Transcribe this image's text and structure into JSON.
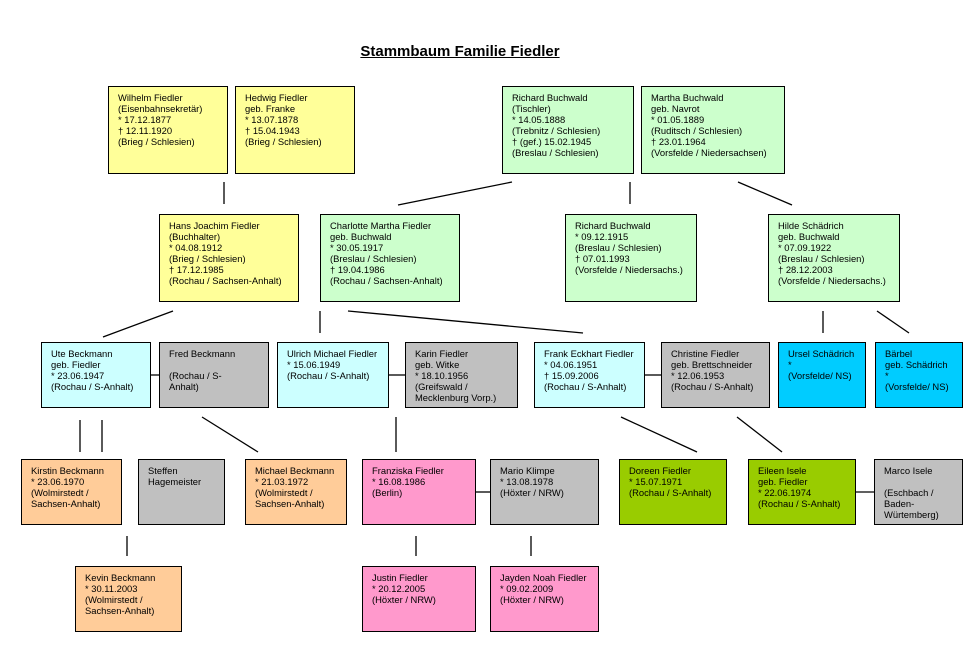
{
  "title": "Stammbaum Familie Fiedler",
  "colors": {
    "yellow": "#ffff99",
    "green": "#ccffcc",
    "lightblue": "#ccffff",
    "gray": "#c0c0c0",
    "cyan": "#00ccff",
    "orange": "#ffcc99",
    "pink": "#ff99cc",
    "lime": "#99cc00",
    "line": "#000000"
  },
  "persons": [
    {
      "id": "wilhelm",
      "color": "yellow",
      "lines": [
        "Wilhelm Fiedler",
        "(Eisenbahnsekretär)",
        "* 17.12.1877",
        "† 12.11.1920",
        "(Brieg / Schlesien)"
      ]
    },
    {
      "id": "hedwig",
      "color": "yellow",
      "lines": [
        "Hedwig Fiedler",
        "geb. Franke",
        "* 13.07.1878",
        "† 15.04.1943",
        "(Brieg / Schlesien)"
      ]
    },
    {
      "id": "richard-sen",
      "color": "green",
      "lines": [
        "Richard Buchwald",
        "(Tischler)",
        "* 14.05.1888",
        "(Trebnitz / Schlesien)",
        "† (gef.) 15.02.1945",
        "(Breslau / Schlesien)"
      ]
    },
    {
      "id": "martha",
      "color": "green",
      "lines": [
        "Martha Buchwald",
        "geb. Navrot",
        "* 01.05.1889",
        "(Ruditsch / Schlesien)",
        "† 23.01.1964",
        "(Vorsfelde / Niedersachsen)"
      ]
    },
    {
      "id": "hans-joachim",
      "color": "yellow",
      "lines": [
        "Hans Joachim Fiedler",
        "(Buchhalter)",
        "* 04.08.1912",
        "(Brieg / Schlesien)",
        "† 17.12.1985",
        "(Rochau / Sachsen-Anhalt)"
      ]
    },
    {
      "id": "charlotte",
      "color": "green",
      "lines": [
        "Charlotte Martha Fiedler",
        "geb. Buchwald",
        "* 30.05.1917",
        "(Breslau / Schlesien)",
        "† 19.04.1986",
        "(Rochau / Sachsen-Anhalt)"
      ]
    },
    {
      "id": "richard-jun",
      "color": "green",
      "lines": [
        "Richard Buchwald",
        "* 09.12.1915",
        "(Breslau / Schlesien)",
        "† 07.01.1993",
        "(Vorsfelde / Niedersachs.)"
      ]
    },
    {
      "id": "hilde",
      "color": "green",
      "lines": [
        "Hilde Schädrich",
        "geb. Buchwald",
        "* 07.09.1922",
        "(Breslau / Schlesien)",
        "† 28.12.2003",
        "(Vorsfelde / Niedersachs.)"
      ]
    },
    {
      "id": "ute",
      "color": "lightblue",
      "lines": [
        "Ute Beckmann",
        "geb. Fiedler",
        "* 23.06.1947",
        "(Rochau / S-Anhalt)"
      ]
    },
    {
      "id": "fred",
      "color": "gray",
      "lines": [
        "Fred Beckmann",
        "",
        "(Rochau / S-",
        "Anhalt)"
      ]
    },
    {
      "id": "ulrich",
      "color": "lightblue",
      "lines": [
        "Ulrich Michael Fiedler",
        "* 15.06.1949",
        "(Rochau / S-Anhalt)"
      ]
    },
    {
      "id": "karin",
      "color": "gray",
      "lines": [
        "Karin Fiedler",
        "geb. Witke",
        "* 18.10.1956",
        "(Greifswald /",
        "Mecklenburg Vorp.)"
      ]
    },
    {
      "id": "frank",
      "color": "lightblue",
      "lines": [
        "Frank Eckhart Fiedler",
        "* 04.06.1951",
        "† 15.09.2006",
        "(Rochau / S-Anhalt)"
      ]
    },
    {
      "id": "christine",
      "color": "gray",
      "lines": [
        "Christine Fiedler",
        "geb. Brettschneider",
        "* 12.06.1953",
        "(Rochau / S-Anhalt)"
      ]
    },
    {
      "id": "ursel",
      "color": "cyan",
      "lines": [
        "Ursel Schädrich",
        "*",
        "(Vorsfelde/ NS)"
      ]
    },
    {
      "id": "baerbel",
      "color": "cyan",
      "lines": [
        "Bärbel",
        "geb. Schädrich",
        "*",
        "(Vorsfelde/ NS)"
      ]
    },
    {
      "id": "kirstin",
      "color": "orange",
      "lines": [
        "Kirstin Beckmann",
        "* 23.06.1970",
        "(Wolmirstedt /",
        "Sachsen-Anhalt)"
      ]
    },
    {
      "id": "steffen",
      "color": "gray",
      "lines": [
        "Steffen",
        "Hagemeister"
      ]
    },
    {
      "id": "michael",
      "color": "orange",
      "lines": [
        "Michael Beckmann",
        "* 21.03.1972",
        "(Wolmirstedt /",
        "Sachsen-Anhalt)"
      ]
    },
    {
      "id": "franziska",
      "color": "pink",
      "lines": [
        "Franziska Fiedler",
        "* 16.08.1986",
        "(Berlin)"
      ]
    },
    {
      "id": "mario",
      "color": "gray",
      "lines": [
        "Mario Klimpe",
        "* 13.08.1978",
        "(Höxter / NRW)"
      ]
    },
    {
      "id": "doreen",
      "color": "lime",
      "lines": [
        "Doreen Fiedler",
        "* 15.07.1971",
        "(Rochau / S-Anhalt)"
      ]
    },
    {
      "id": "eileen",
      "color": "lime",
      "lines": [
        "Eileen Isele",
        "geb. Fiedler",
        "* 22.06.1974",
        "(Rochau / S-Anhalt)"
      ]
    },
    {
      "id": "marco",
      "color": "gray",
      "lines": [
        "Marco Isele",
        "",
        "(Eschbach /",
        "Baden-",
        "Würtemberg)"
      ]
    },
    {
      "id": "kevin",
      "color": "orange",
      "lines": [
        "Kevin Beckmann",
        "* 30.11.2003",
        "(Wolmirstedt /",
        "Sachsen-Anhalt)"
      ]
    },
    {
      "id": "justin",
      "color": "pink",
      "lines": [
        "Justin Fiedler",
        "* 20.12.2005",
        "(Höxter / NRW)"
      ]
    },
    {
      "id": "jayden",
      "color": "pink",
      "lines": [
        "Jayden Noah Fiedler",
        "* 09.02.2009",
        "(Höxter / NRW)"
      ]
    }
  ]
}
